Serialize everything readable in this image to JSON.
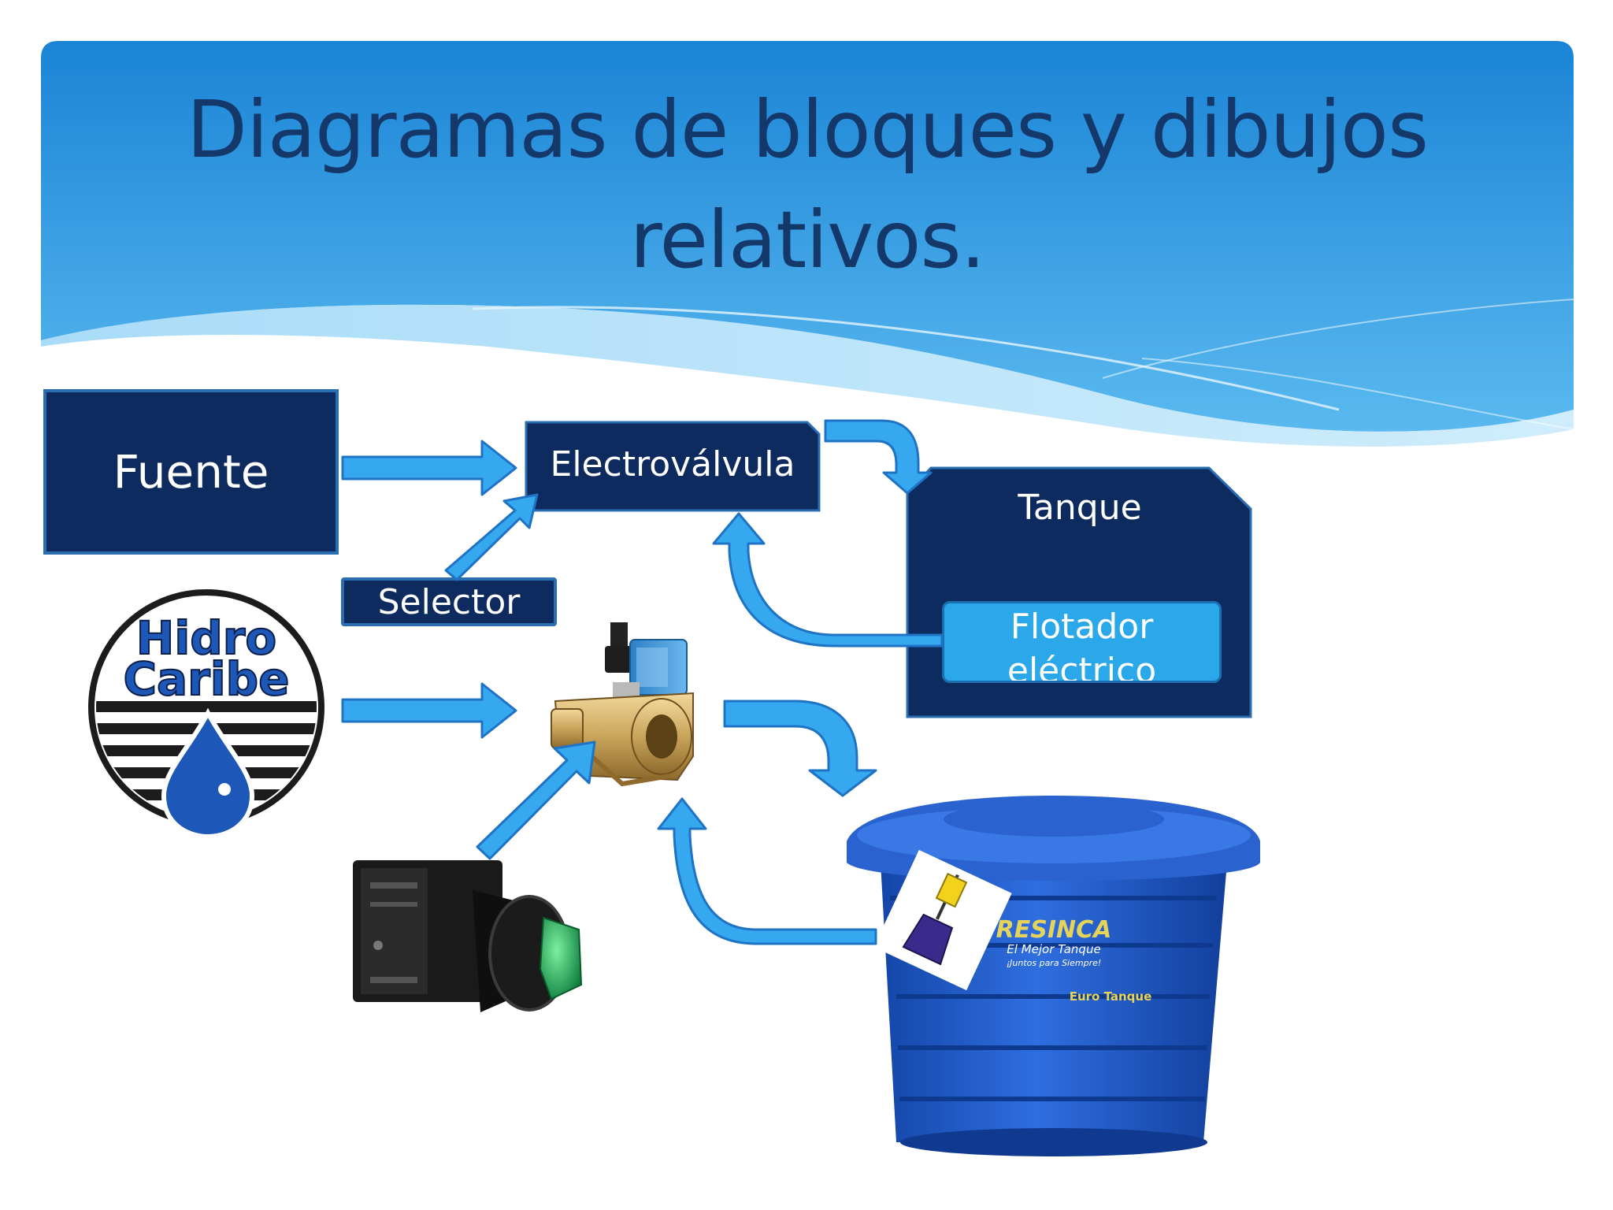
{
  "slide": {
    "title": "Diagramas de bloques y dibujos relativos."
  },
  "blocks": {
    "fuente": "Fuente",
    "electrovalvula": "Electroválvula",
    "tanque": "Tanque",
    "flotador": "Flotador eléctrico",
    "selector": "Selector"
  },
  "logo": {
    "line1": "Hidro",
    "line2": "Caribe"
  },
  "tank_brand": {
    "name": "RESINCA",
    "slogan": "El Mejor Tanque",
    "tagline": "¡Juntos para Siempre!",
    "model": "Euro Tanque"
  },
  "colors": {
    "banner_top": "#1c88d8",
    "banner_bottom": "#6cc6f3",
    "block_fill": "#0d2b5e",
    "arrow_fill": "#36a8ef",
    "flotador_fill": "#2aa8ea",
    "title_text": "#15386b"
  },
  "icons": [
    "arrow-right-icon",
    "curved-arrow-icon",
    "solenoid-valve-picture",
    "selector-switch-picture",
    "water-tank-picture",
    "float-switch-picture",
    "hidrocaribe-logo"
  ]
}
